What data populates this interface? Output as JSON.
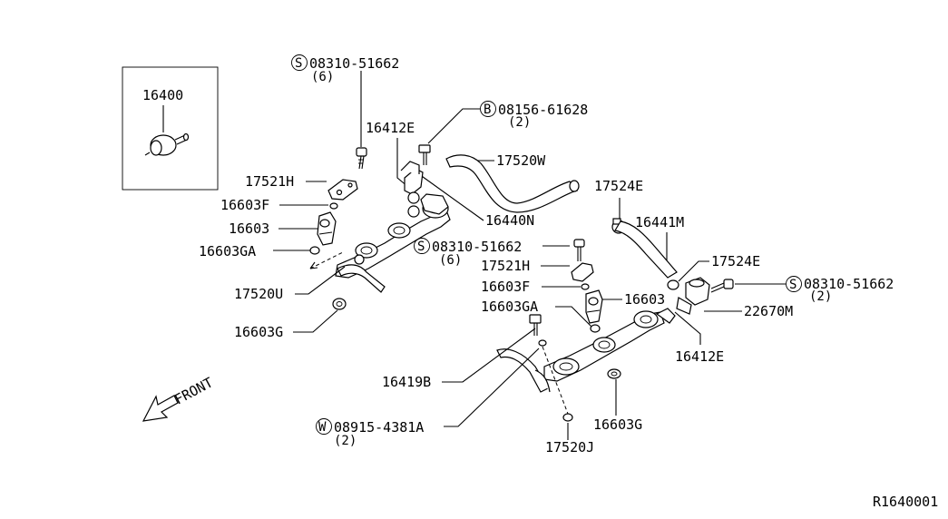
{
  "diagram": {
    "ref_code": "R1640001",
    "front_label": "FRONT",
    "inset_part": "16400",
    "labels": {
      "s_top": "08310-51662",
      "s_top_qty": "(6)",
      "b_top": "08156-61628",
      "b_top_qty": "(2)",
      "p16412E_a": "16412E",
      "p17520W": "17520W",
      "p17524E_a": "17524E",
      "p17521H_a": "17521H",
      "p16603F_a": "16603F",
      "p16603_a": "16603",
      "p16603GA_a": "16603GA",
      "p16440N": "16440N",
      "p16441M": "16441M",
      "s_mid": "08310-51662",
      "s_mid_qty": "(6)",
      "p17524E_b": "17524E",
      "p17521H_b": "17521H",
      "s_right": "08310-51662",
      "s_right_qty": "(2)",
      "p16603F_b": "16603F",
      "p16603_b": "16603",
      "p17520U": "17520U",
      "p22670M": "22670M",
      "p16603GA_b": "16603GA",
      "p16603G_a": "16603G",
      "p16412E_b": "16412E",
      "p16419B": "16419B",
      "w_bot": "08915-4381A",
      "w_bot_qty": "(2)",
      "p16603G_b": "16603G",
      "p17520J": "17520J"
    },
    "circle_letters": {
      "s": "S",
      "b": "B",
      "w": "W"
    }
  }
}
